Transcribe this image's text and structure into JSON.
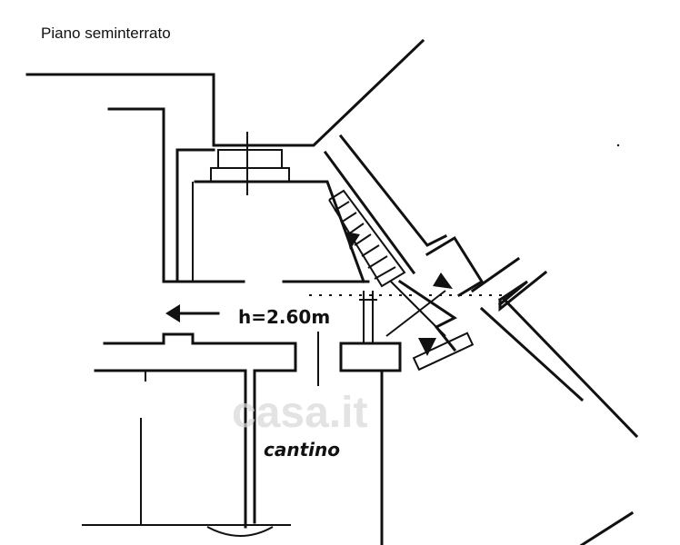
{
  "title": "Piano seminterrato",
  "labels": {
    "height": "h=2.60m",
    "room": "cantino"
  },
  "watermark": "casa.it",
  "colors": {
    "ink": "#111111",
    "watermark": "#d8d8d8",
    "background": "#ffffff"
  }
}
